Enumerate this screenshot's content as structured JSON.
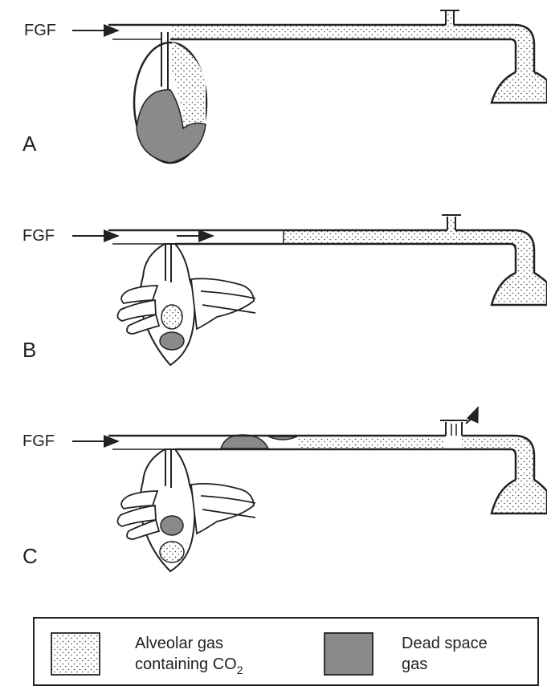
{
  "panels": [
    {
      "letter": "A",
      "fgf_label": "FGF"
    },
    {
      "letter": "B",
      "fgf_label": "FGF"
    },
    {
      "letter": "C",
      "fgf_label": "FGF"
    }
  ],
  "legend": {
    "alveolar": {
      "line1": "Alveolar gas",
      "line2_prefix": "containing CO",
      "line2_sub": "2"
    },
    "dead_space": {
      "line1": "Dead space",
      "line2": "gas"
    }
  },
  "colors": {
    "line": "#222222",
    "dead_space_fill": "#8a8a8a",
    "alveolar_dots": "#333333"
  }
}
